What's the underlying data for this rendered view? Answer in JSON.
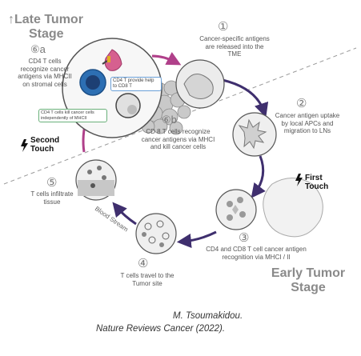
{
  "late_stage": {
    "arrow": "↑",
    "title_line1": "Late Tumor",
    "title_line2": "Stage"
  },
  "early_stage": {
    "title_line1": "Early Tumor",
    "title_line2": "Stage"
  },
  "steps": {
    "s1": {
      "num": "①",
      "text": "Cancer-specific antigens are released into the TME"
    },
    "s2": {
      "num": "②",
      "text": "Cancer antigen uptake by local APCs and migration to LNs"
    },
    "s3": {
      "num": "③",
      "text": "CD4 and CD8 T cell cancer antigen recognition via MHCI / II"
    },
    "s4": {
      "num": "④",
      "text": "T cells travel to the Tumor site"
    },
    "s5": {
      "num": "⑤",
      "text": "T cells infiltrate tissue"
    },
    "s6a": {
      "num": "⑥a",
      "text": "CD4 T cells recognize cancer antigens via MHCII on stromal cells"
    },
    "s6b": {
      "num": "⑥b",
      "text": "CD 8 T cells recognize cancer antigens via MHCI and kill cancer cells"
    }
  },
  "touch": {
    "first": {
      "line1": "First",
      "line2": "Touch"
    },
    "second": {
      "line1": "Second",
      "line2": "Touch"
    }
  },
  "blood_stream": "Blood Stream",
  "inset_labels": {
    "cd4_help": "CD4 T provide help to CD8 T",
    "cd4_kill": "CD4 T cells kill cancer cells independently of MHCII"
  },
  "citation": {
    "line1": "M. Tsoumakidou.",
    "line2": "Nature Reviews Cancer (2022)."
  },
  "colors": {
    "arrow": "#3f2f6e",
    "accent_magenta": "#b0408a",
    "cell_fill": "#cfcfcf",
    "outline": "#555555"
  },
  "icons": {
    "lightning": "lightning-icon"
  }
}
